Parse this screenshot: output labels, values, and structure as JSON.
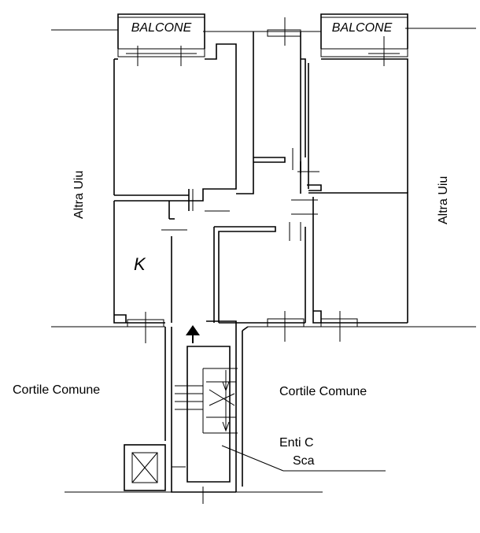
{
  "plan": {
    "balcony_left": "BALCONE",
    "balcony_right": "BALCONE",
    "side_left": "Altra Uiu",
    "side_right": "Altra Uiu",
    "room_k": "K",
    "court_left": "Cortile Comune",
    "court_right": "Cortile Comune",
    "stair_note_line1": "Enti C",
    "stair_note_line2": "Sca"
  }
}
